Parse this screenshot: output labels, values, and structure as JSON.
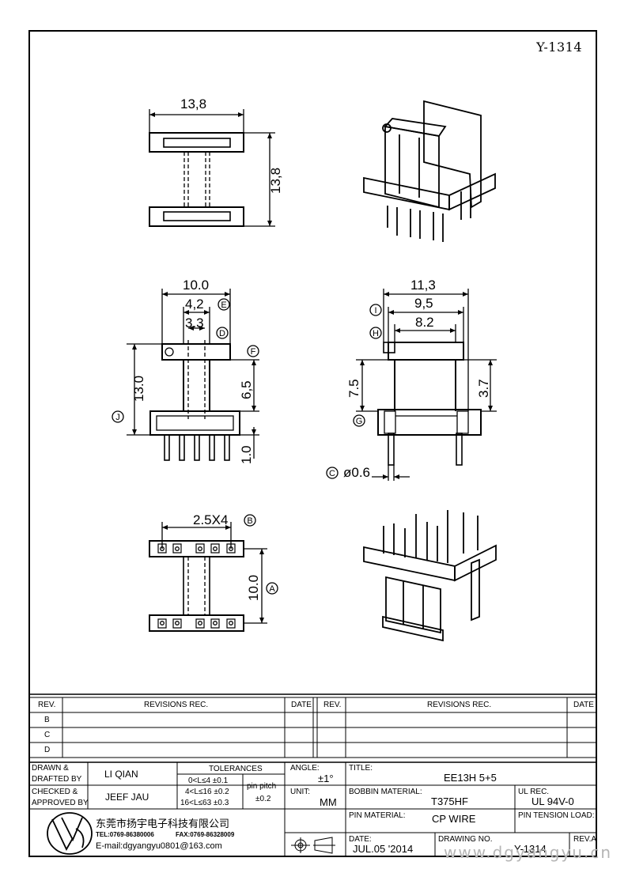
{
  "drawing_number_top": "Y-1314",
  "dimensions": {
    "top_width": "13,8",
    "top_height": "13,8",
    "front_width": "10.0",
    "front_e": "4,2",
    "front_d": "3.3",
    "front_height": "13.0",
    "front_f": "6,5",
    "front_pin": "1.0",
    "side_overall": "11,3",
    "side_i": "9,5",
    "side_h": "8.2",
    "side_left": "7.5",
    "side_right": "3.7",
    "side_pin_dia": "ø0.6",
    "bottom_pitch": "2.5X4",
    "bottom_height": "10.0"
  },
  "callouts": {
    "a": "A",
    "b": "B",
    "c": "C",
    "d": "D",
    "e": "E",
    "f": "F",
    "g": "G",
    "h": "H",
    "i": "I",
    "j": "J"
  },
  "revisions": {
    "rev_header": "REV.",
    "rec_header": "REVISIONS  REC.",
    "date_header": "DATE",
    "rows": [
      "B",
      "C",
      "D"
    ]
  },
  "title_block": {
    "drawn_label": "DRAWN &",
    "drafted_label": "DRAFTED BY",
    "drawn_by": "LI QIAN",
    "checked_label": "CHECKED &",
    "approved_label": "APPROVED BY",
    "approved_by": "JEEF JAU",
    "tolerances_header": "TOLERANCES",
    "tol_1": "0<L≤4   ±0.1",
    "tol_2": "4<L≤16  ±0.2",
    "tol_3": "16<L≤63 ±0.3",
    "pin_pitch_label": "pin pitch",
    "pin_pitch_tol": "±0.2",
    "angle_label": "ANGLE:",
    "angle_value": "±1°",
    "unit_label": "UNIT:",
    "unit_value": "MM",
    "title_label": "TITLE:",
    "title_value": "EE13H  5+5",
    "bobbin_label": "BOBBIN MATERIAL:",
    "bobbin_value": "T375HF",
    "ul_label": "UL REC.",
    "ul_value": "UL 94V-0",
    "pin_material_label": "PIN MATERIAL:",
    "pin_material_value": "CP  WIRE",
    "pin_tension_label": "PIN TENSION LOAD:",
    "date_label": "DATE:",
    "date_value": "JUL.05 '2014",
    "drawing_no_label": "DRAWING NO.",
    "drawing_no_value": "Y-1314",
    "rev_label": "REV.A",
    "company_cn": "东莞市扬宇电子科技有限公司",
    "tel": "TEL:0769-86380006",
    "fax": "FAX:0769-86328009",
    "email": "E-mail:dgyangyu0801@163.com"
  },
  "watermark": "www.dgyangyu.cn"
}
